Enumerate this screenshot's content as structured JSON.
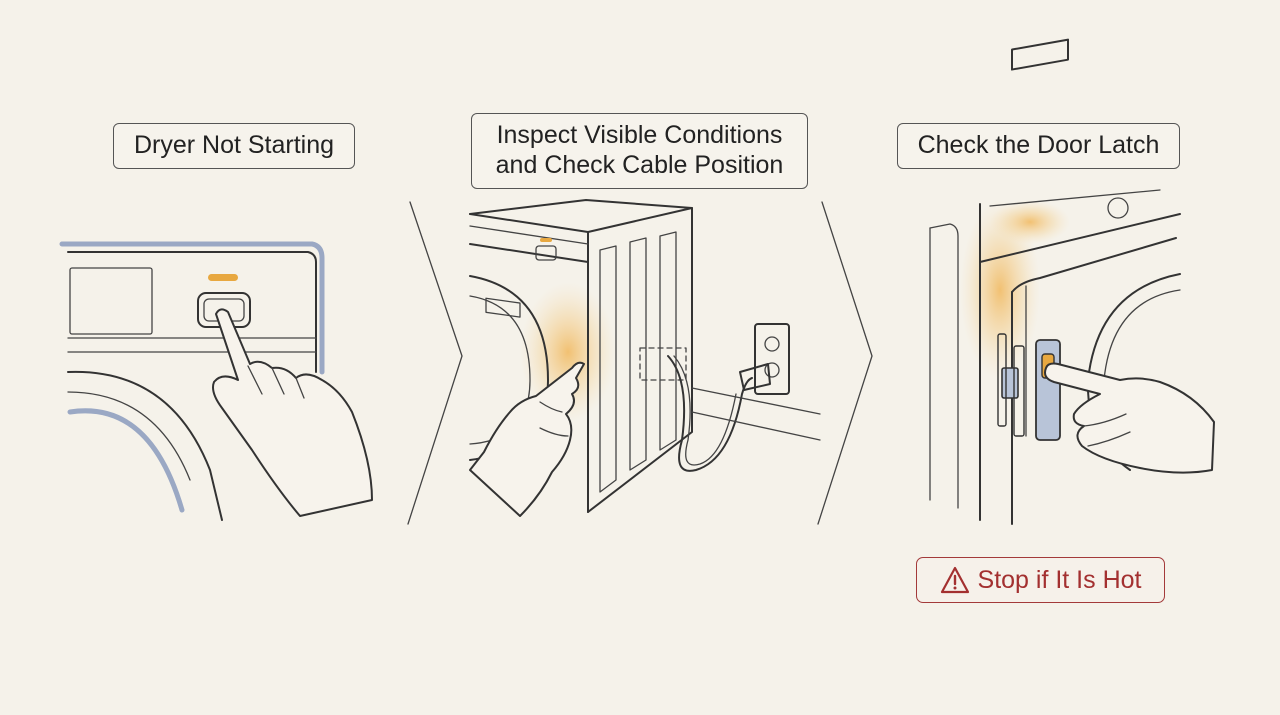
{
  "steps": [
    {
      "title": "Dryer Not Starting"
    },
    {
      "title_line1": "Inspect Visible Conditions",
      "title_line2": "and Check Cable Position"
    },
    {
      "title": "Check the Door Latch"
    }
  ],
  "warning": {
    "text": "Stop if It Is Hot",
    "icon": "warning-triangle-icon"
  },
  "colors": {
    "background": "#f5f2ea",
    "ink": "#333333",
    "accent_orange": "#e8a840",
    "accent_blue": "#9aa8c4",
    "warning_red": "#a33030"
  }
}
